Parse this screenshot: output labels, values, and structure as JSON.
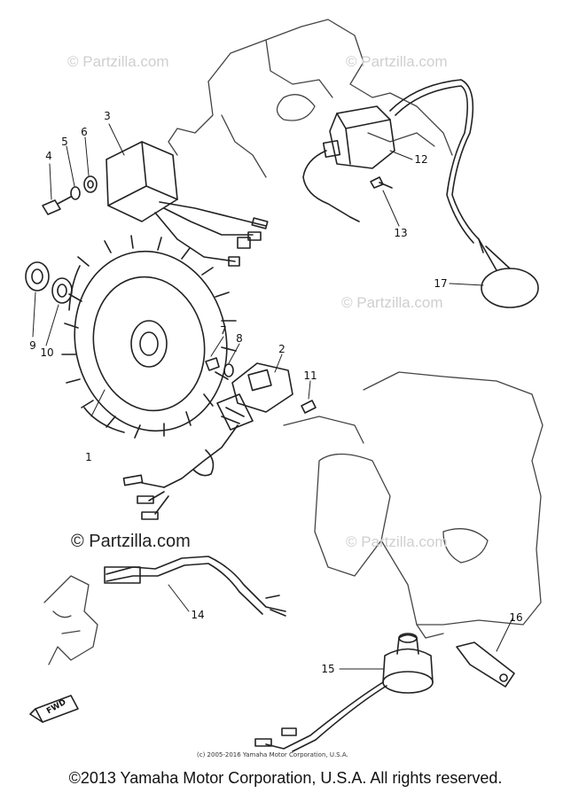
{
  "watermarks": {
    "faint": "© Partzilla.com",
    "strong": "© Partzilla.com"
  },
  "callouts": [
    "1",
    "2",
    "3",
    "4",
    "5",
    "6",
    "7",
    "8",
    "9",
    "10",
    "11",
    "12",
    "13",
    "14",
    "15",
    "16",
    "17"
  ],
  "fwd_marker": "FWD",
  "fineprint": "(c) 2005-2016 Yamaha Motor Corporation, U.S.A.",
  "footer": "©2013 Yamaha Motor Corporation, U.S.A. All rights reserved."
}
